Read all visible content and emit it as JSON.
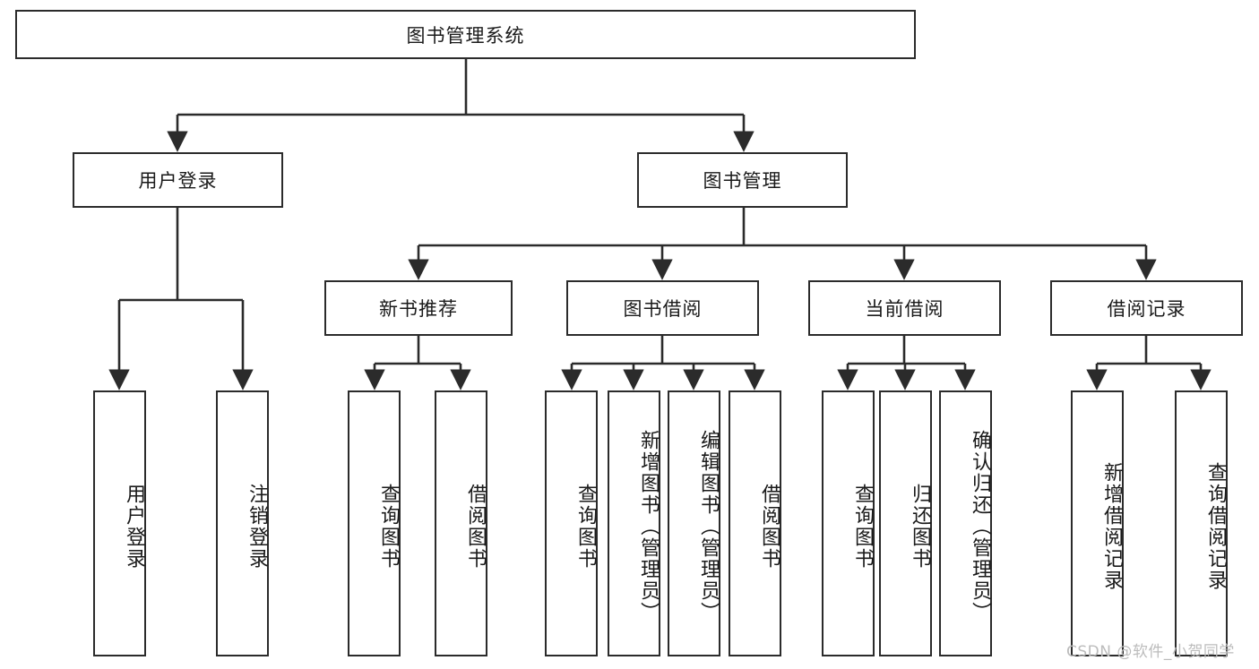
{
  "diagram": {
    "title": "图书管理系统",
    "type": "hierarchy-tree",
    "root": {
      "label": "图书管理系统"
    },
    "level2": [
      {
        "label": "用户登录"
      },
      {
        "label": "图书管理"
      }
    ],
    "level3": [
      {
        "label": "新书推荐"
      },
      {
        "label": "图书借阅"
      },
      {
        "label": "当前借阅"
      },
      {
        "label": "借阅记录"
      }
    ],
    "leaves": {
      "user_login": [
        {
          "label": "用户登录"
        },
        {
          "label": "注销登录"
        }
      ],
      "new_book_recommend": [
        {
          "label": "查询图书"
        },
        {
          "label": "借阅图书"
        }
      ],
      "book_borrow": [
        {
          "label": "查询图书"
        },
        {
          "label": "新增图书（管理员）"
        },
        {
          "label": "编辑图书（管理员）"
        },
        {
          "label": "借阅图书"
        }
      ],
      "current_borrow": [
        {
          "label": "查询图书"
        },
        {
          "label": "归还图书"
        },
        {
          "label": "确认归还（管理员）"
        }
      ],
      "borrow_record": [
        {
          "label": "新增借阅记录"
        },
        {
          "label": "查询借阅记录"
        }
      ]
    }
  },
  "watermark": {
    "text": "CSDN @软件_小贺同学"
  },
  "colors": {
    "background": "#ffffff",
    "border": "#2b2b2b",
    "text": "#1a1a1a",
    "connector": "#2b2b2b",
    "watermark": "#bcbcbc"
  }
}
